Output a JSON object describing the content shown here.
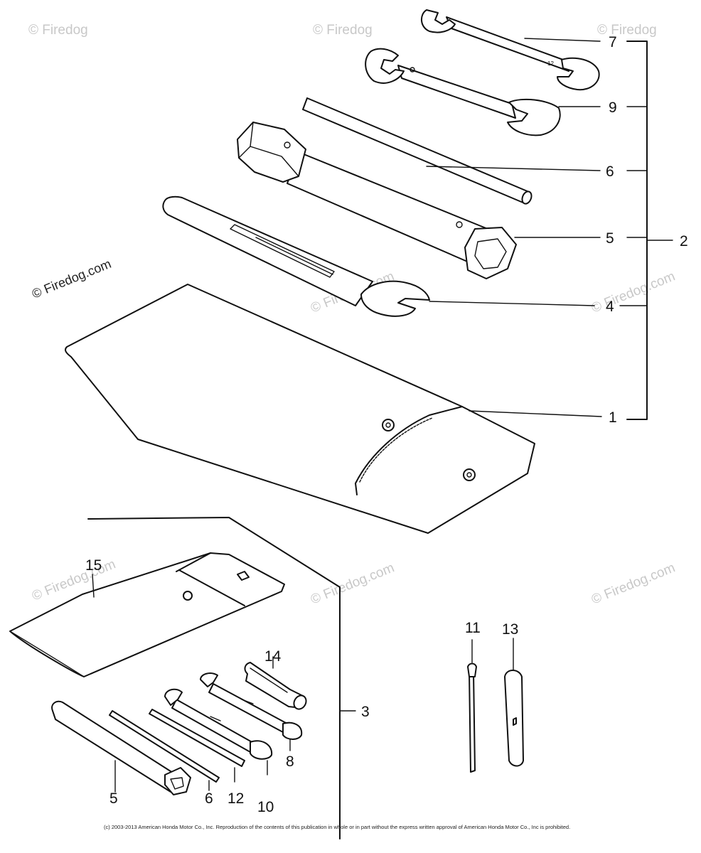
{
  "callouts": {
    "c7": "7",
    "c9": "9",
    "c6": "6",
    "c5": "5",
    "c2": "2",
    "c4": "4",
    "c1": "1",
    "c15": "15",
    "c14": "14",
    "c11": "11",
    "c13": "13",
    "c3": "3",
    "c5b": "5",
    "c6b": "6",
    "c12": "12",
    "c10": "10",
    "c8": "8"
  },
  "watermarks": {
    "firedog": "© Firedog.com",
    "firedog_short": "© Firedog"
  },
  "footer": {
    "copyright": "(c) 2003-2013 American Honda Motor Co., Inc. Reproduction of the contents of this publication in whole or in part without the express written approval of American Honda Motor Co., Inc is prohibited."
  }
}
